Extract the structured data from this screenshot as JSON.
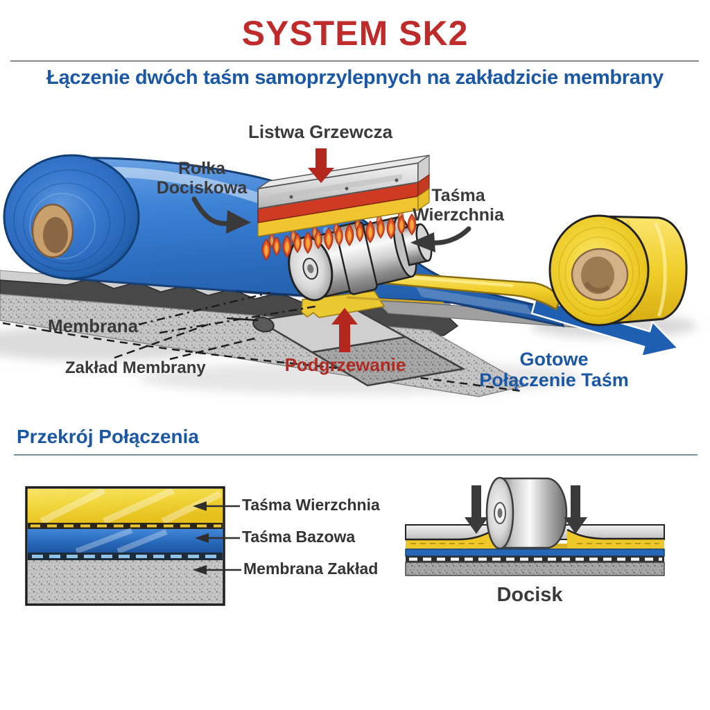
{
  "header": {
    "title": "SYSTEM SK2",
    "subtitle": "Łączenie dwóch taśm samoprzylepnych na zakładzicie membrany"
  },
  "main_diagram": {
    "labels": {
      "heating_strip": "Listwa Grzewcza",
      "pressure_roller": "Rolka\nDociskowa",
      "top_tape": "Taśma\nWierzchnia",
      "membrane": "Membrana",
      "membrane_overlap": "Zakład Membrany",
      "heating": "Podgrzewanie",
      "finished_joint": "Gotowe\nPołączenie Taśm"
    }
  },
  "cross_section": {
    "heading": "Przekrój Połączenia",
    "layer_labels": {
      "top_tape": "Taśma Wierzchnia",
      "base_tape": "Taśma Bazowa",
      "membrane_overlap": "Membrana Zakład"
    },
    "pressure_caption": "Docisk"
  },
  "colors": {
    "title_red": "#bf2b2b",
    "accent_blue": "#1a57a5",
    "label_gray": "#3a3a3a",
    "heat_red": "#b02a24",
    "tape_blue": "#2e72c6",
    "tape_yellow": "#f2d233",
    "membrane_gray": "#c4c4c4",
    "arrow_blue": "#1f5fb2"
  }
}
